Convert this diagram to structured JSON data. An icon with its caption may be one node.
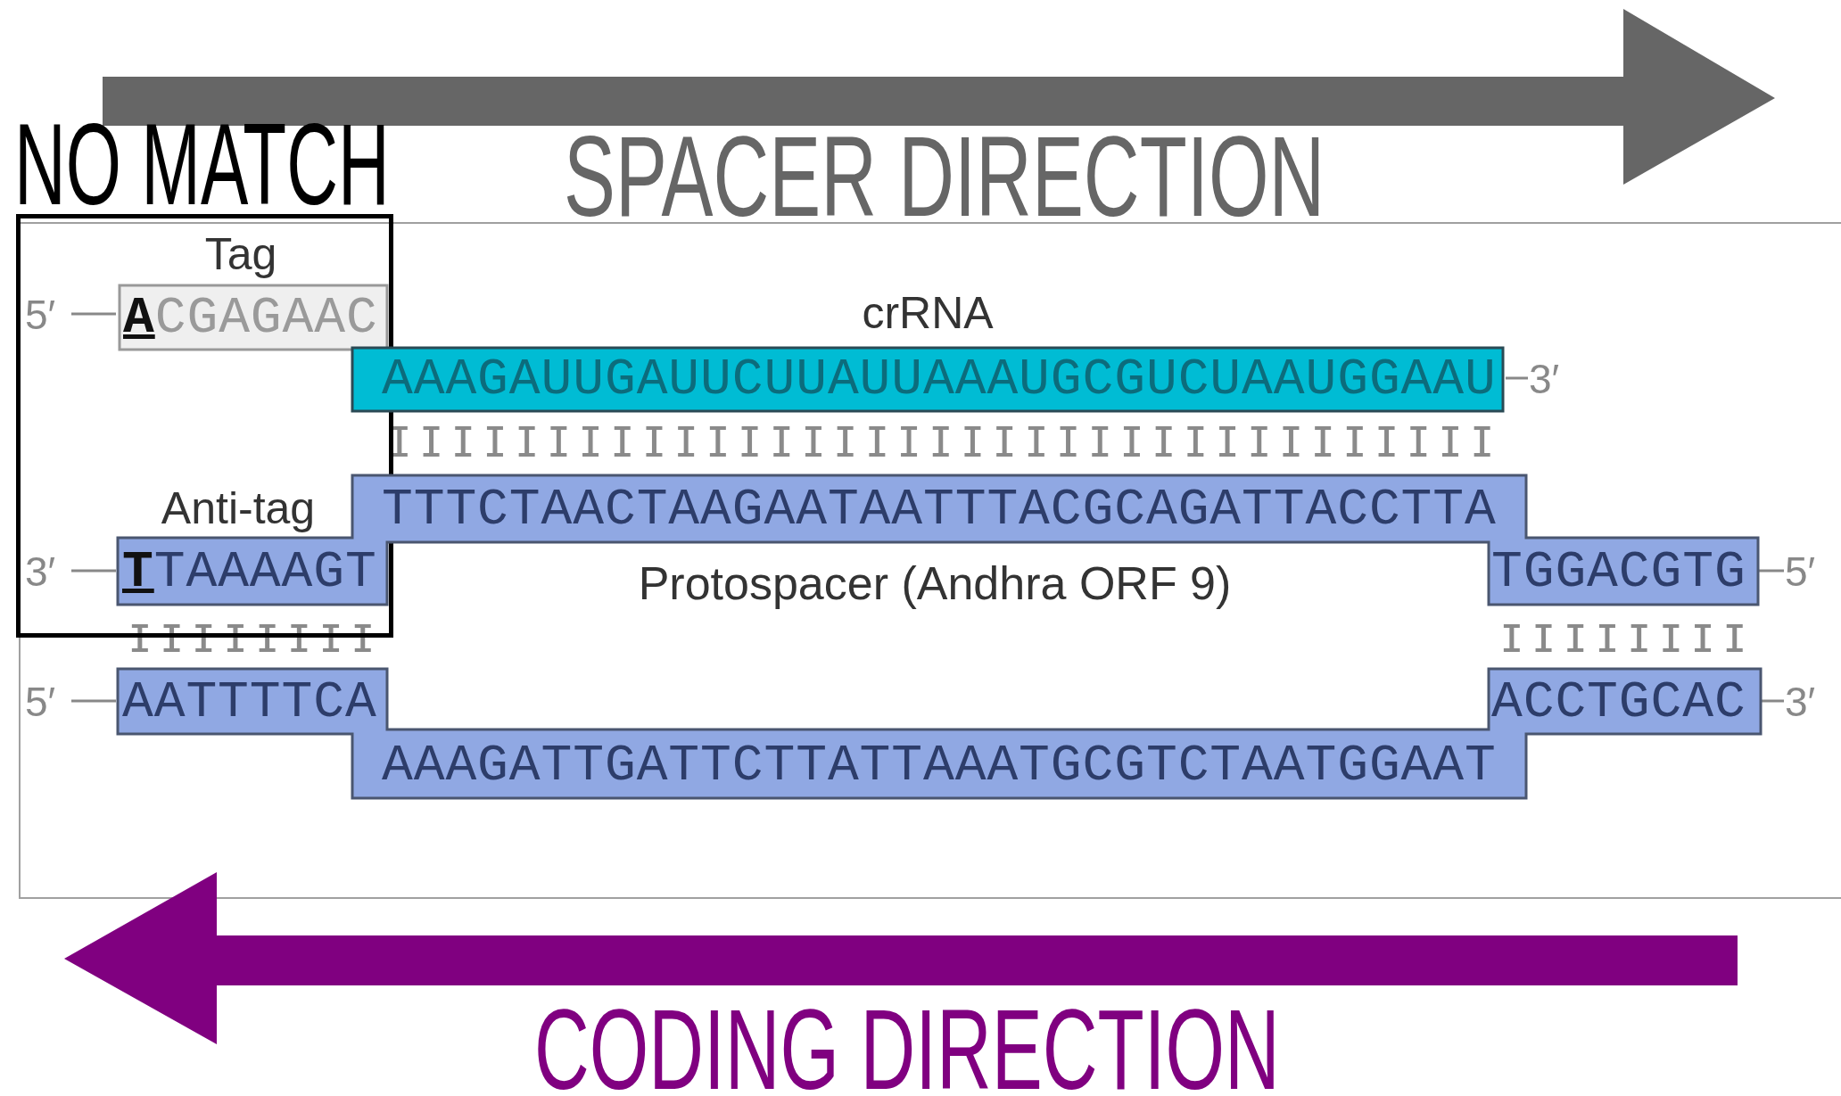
{
  "diagram": {
    "nodes": [
      {
        "text": [
          "Tag",
          "**A**CGAGAAC"
        ],
        "beside": [
          "5′"
        ]
      },
      {
        "text": [
          "crRNA",
          "AAAGAUUGAUUCUUAUUAAAUGCGUCUAAUGGAAU"
        ],
        "beside": [
          "3′"
        ]
      },
      {
        "text": [
          "Anti-tag",
          "TTTCTAACTAAGAATAATTTACGCAGATTACCTTA",
          "**T**TAAAAGT",
          "TGGACGTG"
        ],
        "beside": [
          "3′",
          "5′"
        ]
      },
      {
        "text": [
          "AATTTTCA",
          "ACCTGCAC",
          "AAAGATTGATTCTTATTAAATGCGTCTAATGGAAT"
        ],
        "beside": [
          "5′",
          "3′"
        ]
      }
    ],
    "labels": [
      "NO MATCH",
      "SPACER DIRECTION",
      "Protospacer (Andhra ORF 9)",
      "CODING DIRECTION"
    ]
  }
}
